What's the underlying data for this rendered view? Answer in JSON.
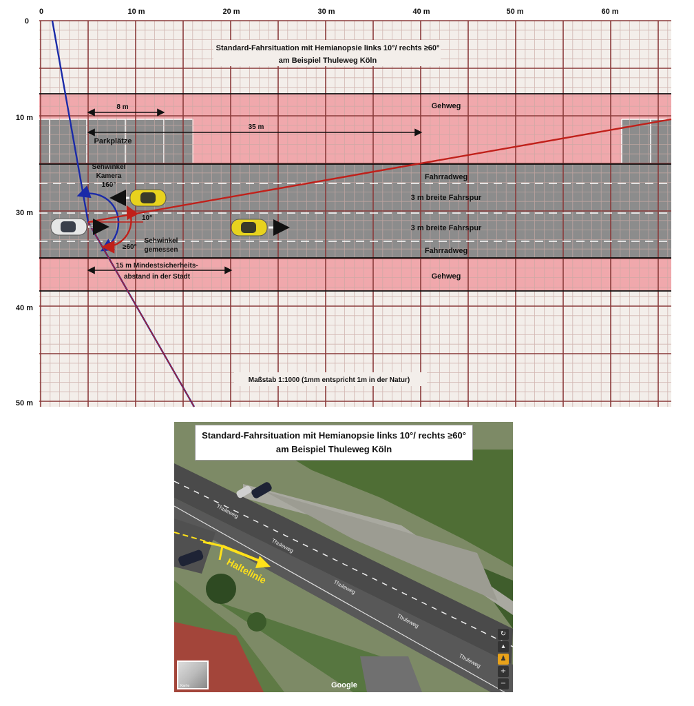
{
  "diagram": {
    "x_ticks": [
      "0",
      "10 m",
      "20 m",
      "30 m",
      "40 m",
      "50 m",
      "60 m"
    ],
    "y_ticks": [
      "0",
      "10 m",
      "30 m",
      "40 m",
      "50 m"
    ],
    "title_line1": "Standard-Fahrsituation mit Hemianopsie links 10°/ rechts  ≥60°",
    "title_line2": "am Beispiel Thuleweg Köln",
    "gehweg_top": "Gehweg",
    "gehweg_bottom": "Gehweg",
    "parking": "Parkplätze",
    "bike_top": "Fahrradweg",
    "bike_bottom": "Fahrradweg",
    "lane_1": "3 m breite Fahrspur",
    "lane_2": "3 m breite Fahrspur",
    "dist_8": "8 m",
    "dist_35": "35 m",
    "dist_15_line1": "15 m Mindestsicherheits-",
    "dist_15_line2": "abstand in der Stadt",
    "cam_line1": "Sehwinkel",
    "cam_line2": "Kamera",
    "cam_line3": "160°",
    "angle_10": "10°",
    "angle_60": "≥60°",
    "measured_line1": "Sehwinkel",
    "measured_line2": "gemessen",
    "scale": "Maßstab 1:1000   (1mm entspricht 1m in der Natur)",
    "colors": {
      "sidewalk": "#f0a8ac",
      "road": "#8c8c8c",
      "grid_major": "#8a3a3a",
      "grid_minor": "#c9a9a4",
      "camera_line": "#1a2aa8",
      "measured_line": "#c0201a",
      "car_yellow": "#e8d21e",
      "car_white": "#e6e6e6"
    }
  },
  "photo": {
    "title_line1": "Standard-Fahrsituation mit Hemianopsie links 10°/ rechts  ≥60°",
    "title_line2": "am Beispiel Thuleweg Köln",
    "street_1": "Thuleweg",
    "street_2": "Thuleweg",
    "street_3": "Thuleweg",
    "street_4": "Thuleweg",
    "street_5": "Thuleweg",
    "stop_line": "Haltelinie",
    "google": "Google",
    "minimap_label": "Karte",
    "controls": [
      "↻",
      "▴",
      "♟",
      "+",
      "−"
    ]
  }
}
